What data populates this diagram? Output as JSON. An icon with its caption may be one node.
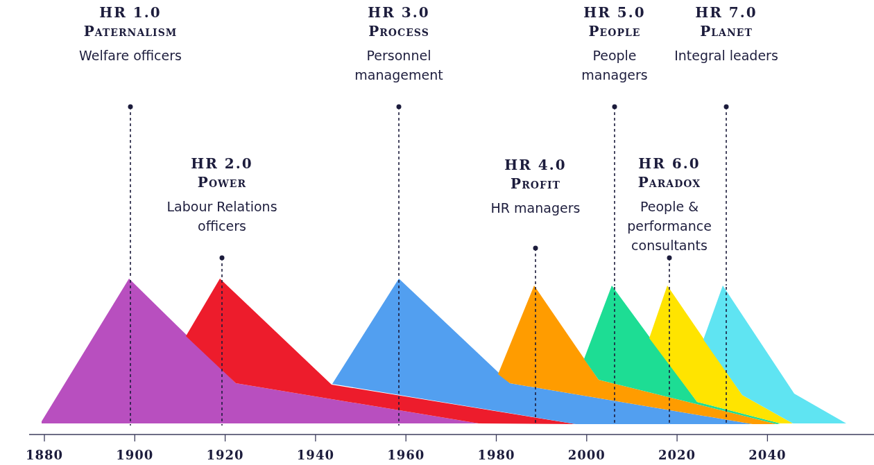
{
  "diagram": {
    "nodes": [
      {
        "text": [
          "HR 1.0",
          "Paternalism",
          "Welfare officers"
        ]
      },
      {
        "text": [
          "HR 2.0",
          "Power",
          "Labour Relations officers"
        ]
      },
      {
        "text": [
          "HR 3.0",
          "Process",
          "Personnel management"
        ]
      },
      {
        "text": [
          "HR 4.0",
          "Profit",
          "HR managers"
        ]
      },
      {
        "text": [
          "HR 5.0",
          "People",
          "People managers"
        ]
      },
      {
        "text": [
          "HR 6.0",
          "Paradox",
          "People & performance consultants"
        ]
      },
      {
        "text": [
          "HR 7.0",
          "Planet",
          "Integral leaders"
        ]
      },
      {
        "text": [],
        "shape": "triangle"
      },
      {
        "text": [],
        "shape": "triangle"
      },
      {
        "text": [],
        "shape": "triangle"
      },
      {
        "text": [],
        "shape": "triangle"
      },
      {
        "text": [],
        "shape": "triangle"
      },
      {
        "text": [],
        "shape": "triangle"
      },
      {
        "text": [],
        "shape": "triangle"
      }
    ],
    "edges": [
      {
        "from": 0,
        "to": 7,
        "arrow": "other",
        "style": "dashed"
      },
      {
        "from": 1,
        "to": 8,
        "arrow": "other",
        "style": "dashed"
      },
      {
        "from": 2,
        "to": 9,
        "arrow": "other",
        "style": "dashed"
      },
      {
        "from": 3,
        "to": 10,
        "arrow": "other",
        "style": "dashed"
      },
      {
        "from": 4,
        "to": 11,
        "arrow": "other",
        "style": "dashed"
      },
      {
        "from": 5,
        "to": 12,
        "arrow": "other",
        "style": "dashed"
      },
      {
        "from": 6,
        "to": 13,
        "arrow": "other",
        "style": "dashed"
      }
    ],
    "labels": [
      "1880",
      "1900",
      "1920",
      "1940",
      "1960",
      "1980",
      "2000",
      "2020",
      "2040"
    ]
  }
}
